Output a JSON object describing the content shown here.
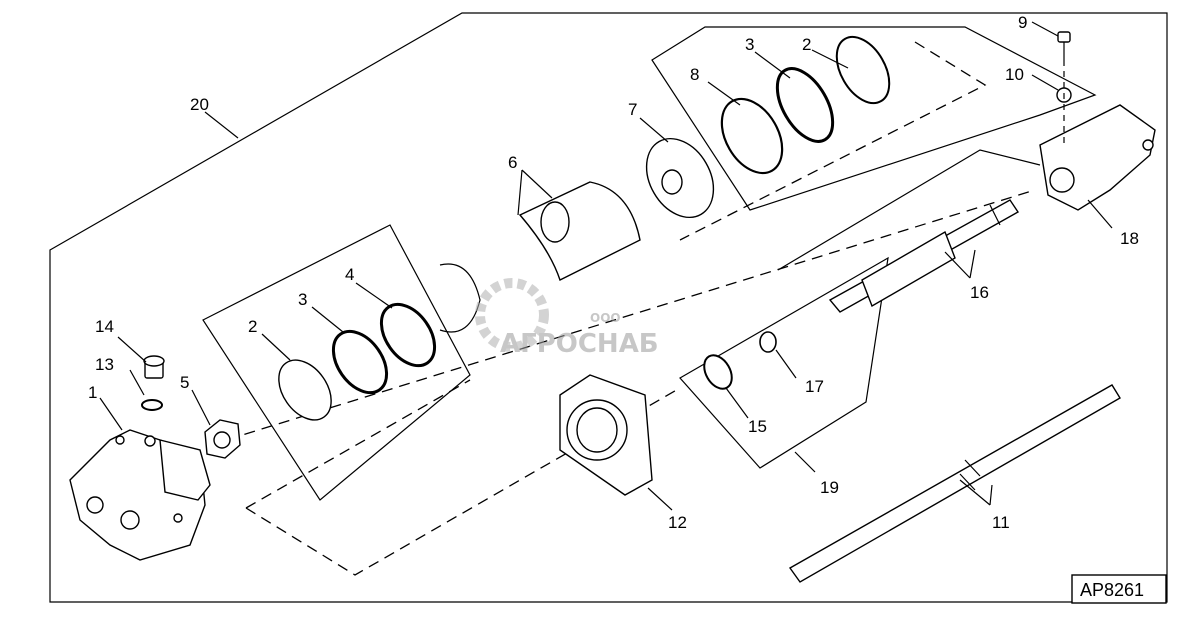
{
  "diagram_code": "AP8261",
  "watermark": {
    "small": "ООО",
    "name": "АГРОСНАБ"
  },
  "callouts": {
    "c1": "1",
    "c2a": "2",
    "c2b": "2",
    "c3a": "3",
    "c3b": "3",
    "c4": "4",
    "c5": "5",
    "c6": "6",
    "c7": "7",
    "c8": "8",
    "c9": "9",
    "c10": "10",
    "c11": "11",
    "c12": "12",
    "c13": "13",
    "c14": "14",
    "c15": "15",
    "c16": "16",
    "c17": "17",
    "c18": "18",
    "c19": "19",
    "c20": "20"
  }
}
